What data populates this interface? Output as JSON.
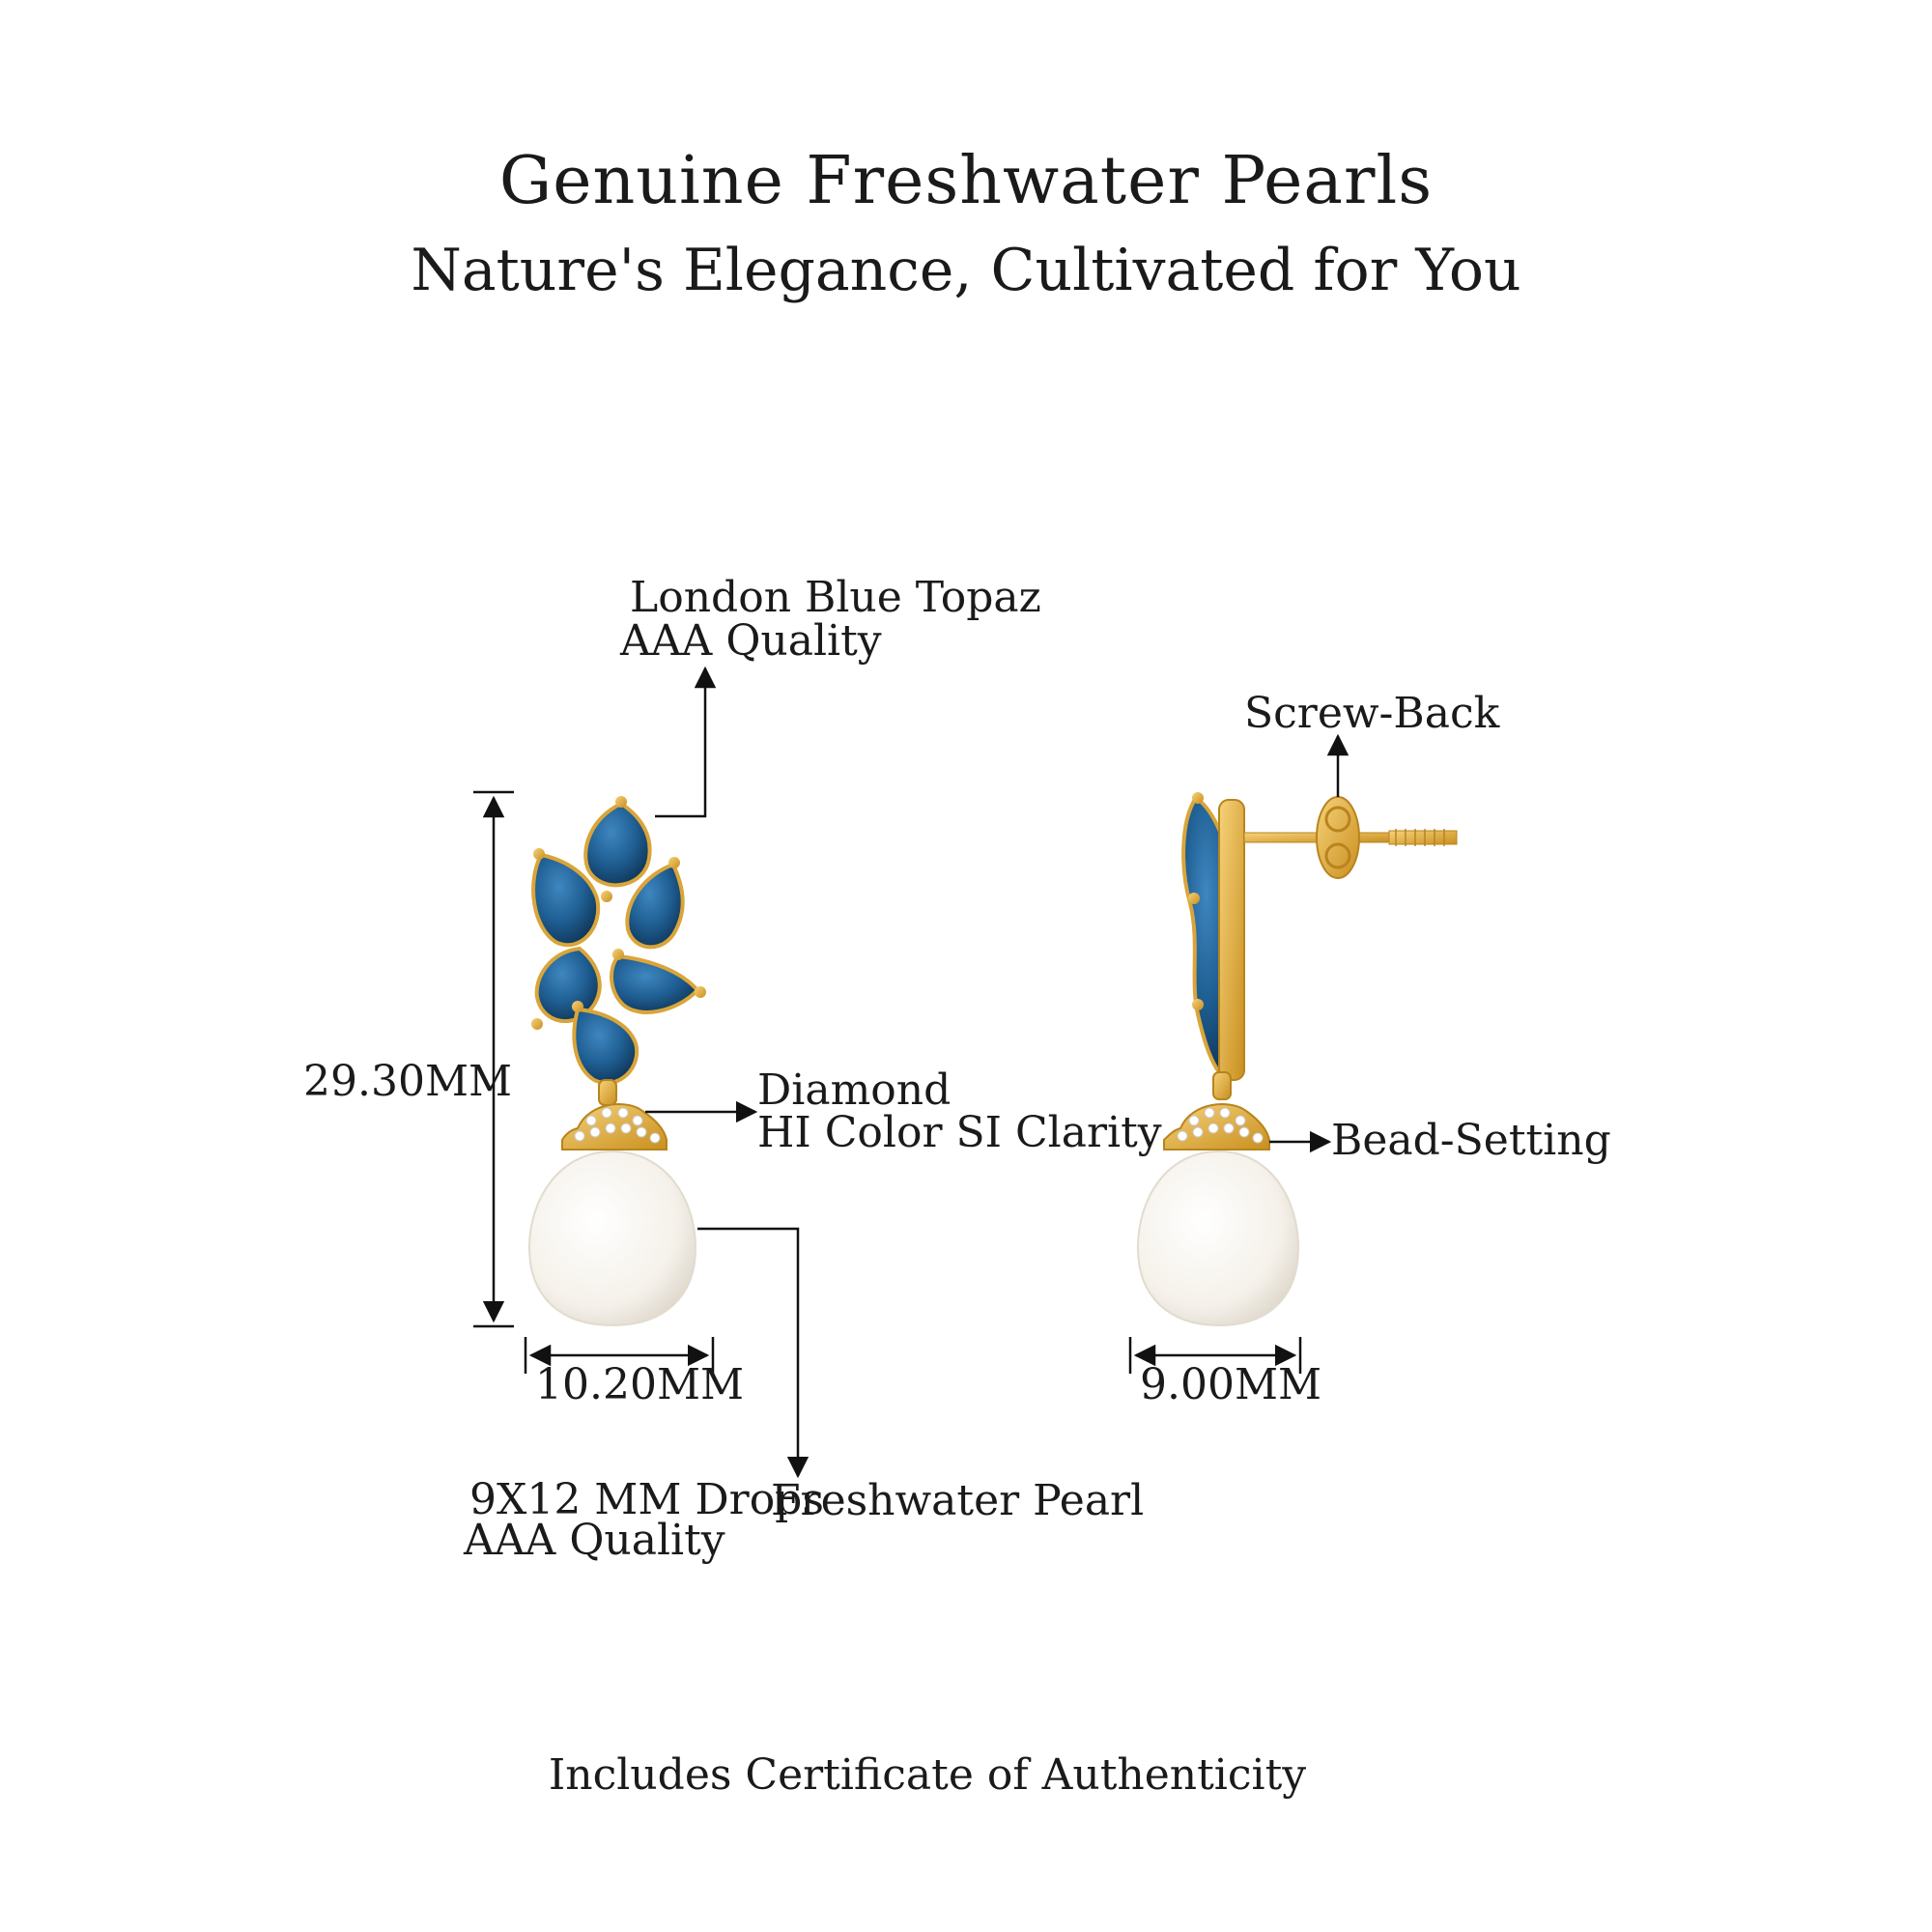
{
  "header": {
    "title": "Genuine Freshwater Pearls",
    "subtitle": "Nature's Elegance, Cultivated for You"
  },
  "callouts": {
    "topaz_line1": "London Blue Topaz",
    "topaz_line2": "AAA Quality",
    "diamond_line1": "Diamond",
    "diamond_line2": "HI Color SI Clarity",
    "pearl_line1a": "9X12 MM Drops",
    "pearl_line1b": "Freshwater Pearl",
    "pearl_line2": "AAA Quality",
    "screw_back": "Screw-Back",
    "bead_setting": "Bead-Setting"
  },
  "dimensions": {
    "height": "29.30MM",
    "front_width": "10.20MM",
    "side_width": "9.00MM"
  },
  "footer": {
    "note": "Includes Certificate of Authenticity"
  },
  "colors": {
    "gold": "#e7b23c",
    "topaz": "#1f5f93",
    "pearl": "#f7f4ef",
    "line": "#111111"
  }
}
